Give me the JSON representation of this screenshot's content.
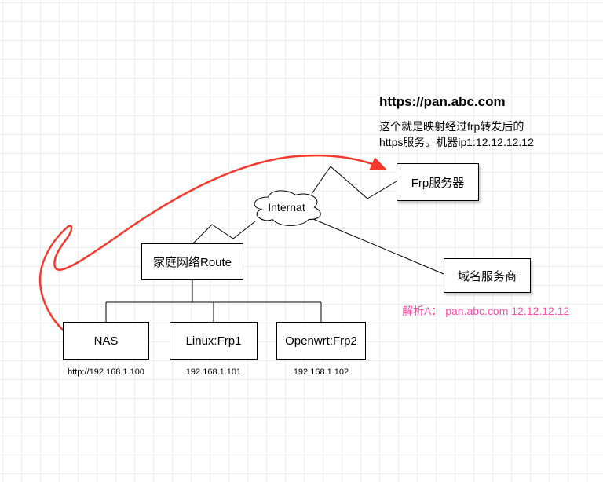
{
  "annotation": {
    "title": "https://pan.abc.com",
    "line1": "这个就是映射经过frp转发后的",
    "line2": "https服务。机器ip1:12.12.12.12"
  },
  "dns_note": {
    "text": "解析A： pan.abc.com 12.12.12.12",
    "color": "#ff4da6"
  },
  "nodes": {
    "internet": {
      "label": "Internat"
    },
    "router": {
      "label": "家庭网络Route"
    },
    "nas": {
      "label": "NAS",
      "caption": "http://192.168.1.100"
    },
    "linux": {
      "label": "Linux:Frp1",
      "caption": "192.168.1.101"
    },
    "openwrt": {
      "label": "Openwrt:Frp2",
      "caption": "192.168.1.102"
    },
    "frp_server": {
      "label": "Frp服务器"
    },
    "dns_provider": {
      "label": "域名服务商"
    }
  },
  "colors": {
    "arrow": "#f5392d",
    "edge": "#000000",
    "node_fill": "#ffffff",
    "grid": "#ececec"
  }
}
